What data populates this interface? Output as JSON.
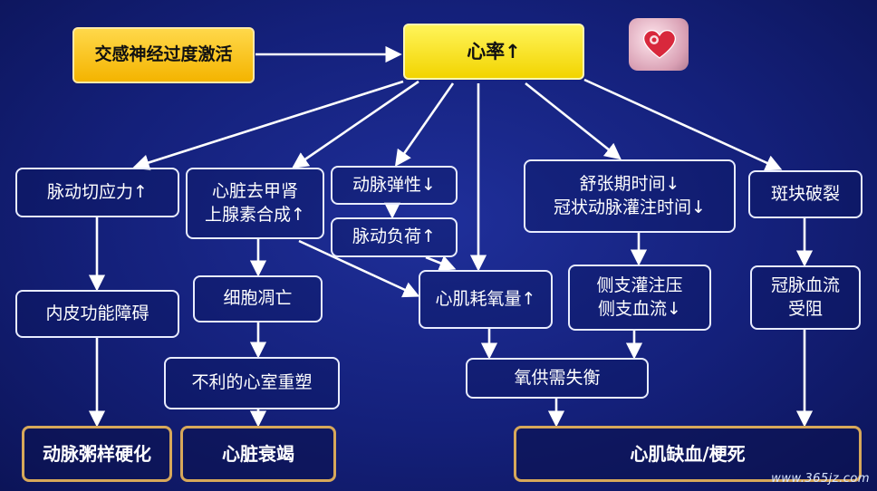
{
  "nodes": {
    "sympathetic": "交感神经过度激活",
    "heart_rate": "心率↑",
    "pulsatile_stress": "脉动切应力↑",
    "catecholamine": [
      "心脏去甲肾",
      "上腺素合成↑"
    ],
    "arterial_elasticity": "动脉弹性↓",
    "pulsatile_load": "脉动负荷↑",
    "diastolic": [
      "舒张期时间↓",
      "冠状动脉灌注时间↓"
    ],
    "plaque": "斑块破裂",
    "endothelial": "内皮功能障碍",
    "apoptosis": "细胞凋亡",
    "oxygen_consumption": "心肌耗氧量↑",
    "collateral": [
      "侧支灌注压",
      "侧支血流↓"
    ],
    "coronary_flow": [
      "冠脉血流",
      "受阻"
    ],
    "remodeling": "不利的心室重塑",
    "imbalance": "氧供需失衡",
    "atherosclerosis": "动脉粥样硬化",
    "heart_failure": "心脏衰竭",
    "ischemia": "心肌缺血/梗死"
  },
  "icon": "heart-icon",
  "watermark": "www.365jz.com",
  "colors": {
    "background": "#14207a",
    "yellow_box": "#fff45a",
    "orange_box": "#f4b400",
    "border": "#e8ecff",
    "final_border": "#d7a85a"
  }
}
